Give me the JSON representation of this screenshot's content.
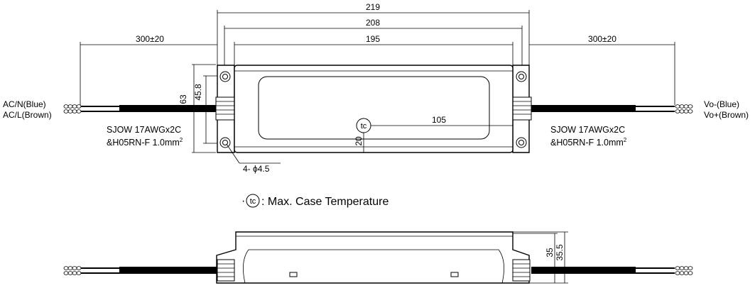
{
  "dimensions": {
    "overall_length": "219",
    "flange_length": "208",
    "body_length": "195",
    "input_lead_length": "300±20",
    "output_lead_length": "300±20",
    "height": "63",
    "hole_spacing": "45.8",
    "tc_from_end": "105",
    "tc_from_edge": "20",
    "side_height_inner": "35",
    "side_height_outer": "35.5"
  },
  "labels": {
    "input_wire_1": "AC/N(Blue)",
    "input_wire_2": "AC/L(Brown)",
    "output_wire_1": "Vo-(Blue)",
    "output_wire_2": "Vo+(Brown)",
    "cable_spec_line1": "SJOW 17AWGx2C",
    "cable_spec_line2": "&H05RN-F 1.0mm",
    "cable_spec_sup": "2",
    "mounting_holes": "4- ϕ4.5",
    "tc_symbol": "tc",
    "tc_note": ": Max. Case Temperature"
  }
}
